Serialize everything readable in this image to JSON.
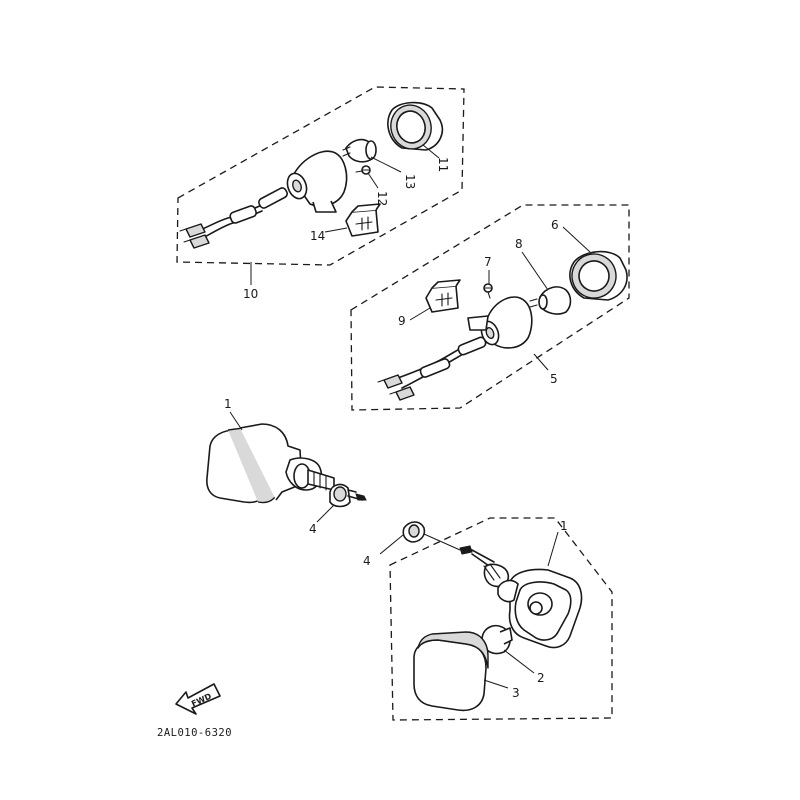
{
  "diagram_code": "2AL010-6320",
  "fwd_label": "FWD",
  "callouts": {
    "c1a": "1",
    "c1b": "1",
    "c2": "2",
    "c3": "3",
    "c4a": "4",
    "c4b": "4",
    "c5": "5",
    "c6": "6",
    "c7": "7",
    "c8": "8",
    "c9": "9",
    "c10": "10",
    "c11": "11",
    "c12": "12",
    "c13": "13",
    "c14": "14"
  },
  "colors": {
    "line": "#1a1a1a",
    "background": "#ffffff",
    "lens_shade": "#d9d9d9"
  }
}
